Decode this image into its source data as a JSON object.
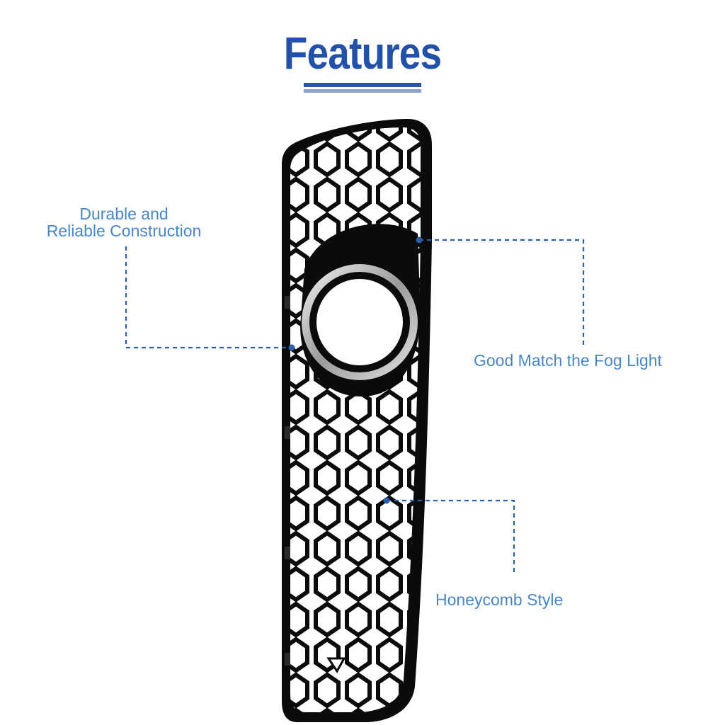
{
  "header": {
    "title": "Features"
  },
  "callouts": {
    "durable_line1": "Durable and",
    "durable_line2": "Reliable Construction",
    "fog_light": "Good Match the Fog Light",
    "honeycomb": "Honeycomb Style"
  },
  "colors": {
    "title": "#2350a8",
    "callout_text": "#4a86c4",
    "leader_line": "#2d5fa8",
    "grille": "#0b0b0b",
    "chrome_ring": "#c9c9c9"
  }
}
